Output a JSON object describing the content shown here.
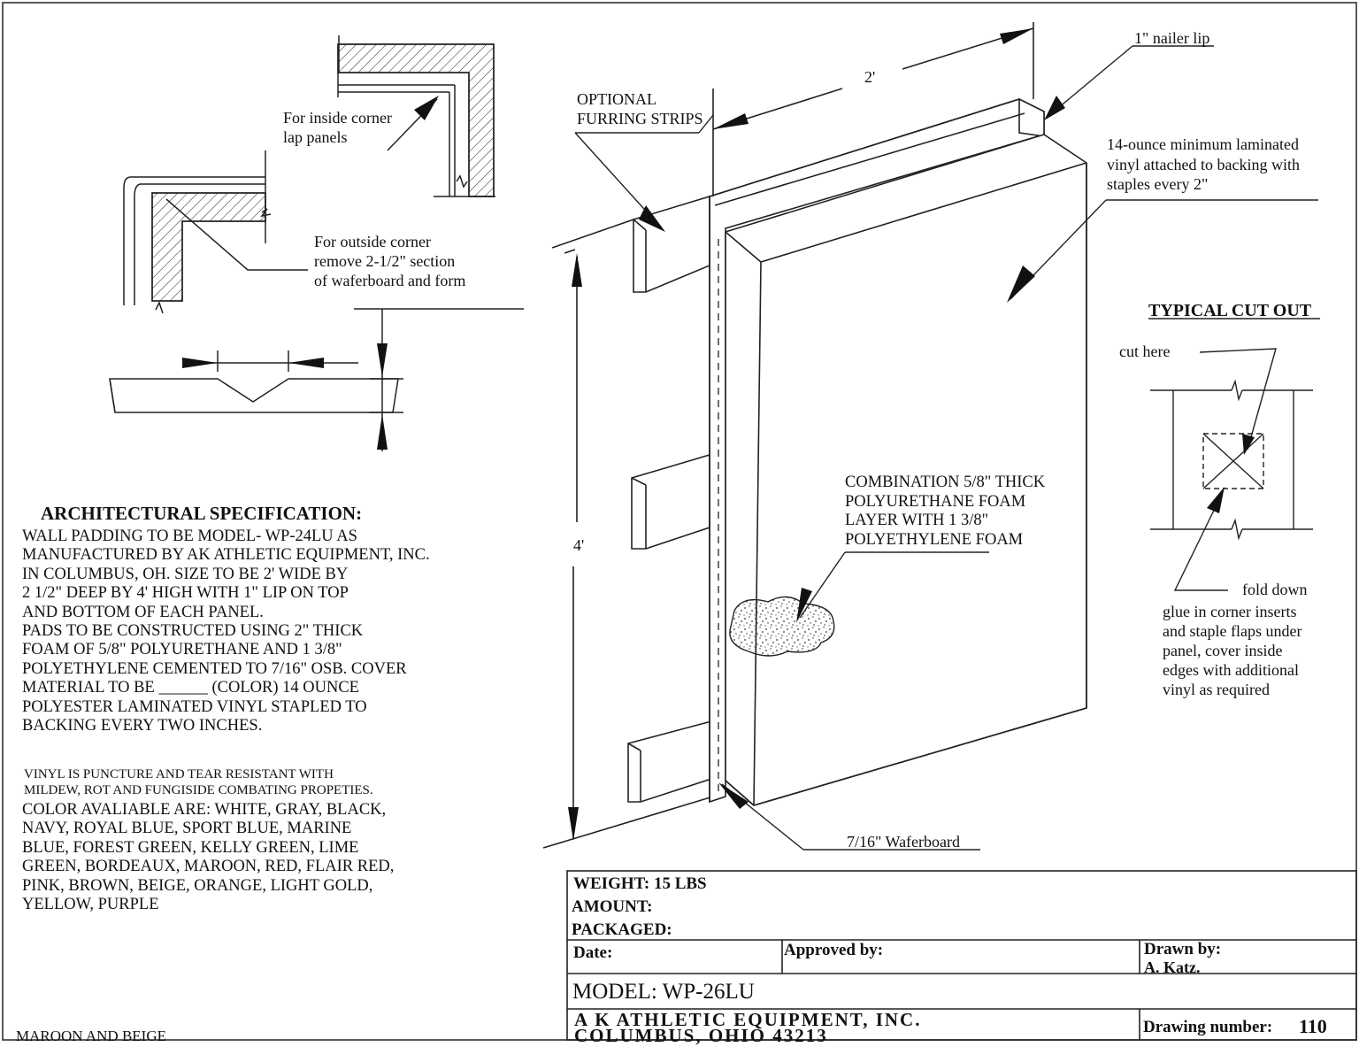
{
  "labels": {
    "nailer_lip": "1\" nailer lip",
    "width_dim": "2'",
    "height_dim": "4'",
    "optional_furring": [
      "OPTIONAL",
      "FURRING STRIPS"
    ],
    "vinyl_note": [
      "14-ounce minimum laminated",
      "vinyl attached to backing with",
      "staples every 2\""
    ],
    "inside_corner": [
      "For inside corner",
      "lap panels"
    ],
    "outside_corner": [
      "For outside corner",
      "remove 2-1/2\" section",
      "of waferboard and form"
    ],
    "foam_note": [
      "COMBINATION 5/8\" THICK",
      "POLYURETHANE FOAM",
      "LAYER WITH 1 3/8\"",
      "POLYETHYLENE FOAM"
    ],
    "waferboard": "7/16\" Waferboard",
    "cutout_title": "TYPICAL CUT OUT",
    "cut_here": "cut here",
    "fold_down": "fold down",
    "fold_note": [
      "glue in corner inserts",
      "and staple flaps under",
      "panel, cover inside",
      "edges with additional",
      "vinyl as required"
    ]
  },
  "spec": {
    "title": "ARCHITECTURAL SPECIFICATION:",
    "lines": [
      "WALL PADDING TO BE MODEL-  WP-24LU AS",
      "MANUFACTURED BY AK ATHLETIC EQUIPMENT, INC.",
      "IN COLUMBUS,  OH. SIZE TO BE 2' WIDE BY",
      "2 1/2\" DEEP BY 4' HIGH WITH 1\" LIP ON TOP",
      "AND BOTTOM OF EACH PANEL.",
      "PADS TO BE CONSTRUCTED USING 2\" THICK",
      "FOAM OF 5/8\" POLYURETHANE  AND  1  3/8\"",
      "POLYETHYLENE  CEMENTED TO 7/16\" OSB.  COVER",
      "MATERIAL TO BE ______ (COLOR) 14 OUNCE",
      "POLYESTER LAMINATED VINYL STAPLED TO",
      "BACKING EVERY  TWO INCHES."
    ],
    "small_lines": [
      "VINYL IS PUNCTURE AND TEAR RESISTANT WITH",
      "MILDEW, ROT AND FUNGISIDE COMBATING PROPETIES."
    ],
    "color_lines": [
      "COLOR AVALIABLE ARE:  WHITE, GRAY, BLACK,",
      "NAVY, ROYAL BLUE, SPORT BLUE, MARINE",
      "BLUE, FOREST GREEN, KELLY GREEN, LIME",
      "GREEN, BORDEAUX, MAROON, RED, FLAIR RED,",
      "PINK, BROWN, BEIGE, ORANGE, LIGHT GOLD,",
      "YELLOW, PURPLE"
    ],
    "footer": "MAROON AND BEIGE"
  },
  "title_block": {
    "weight": "WEIGHT: 15 LBS",
    "amount": "AMOUNT:",
    "packaged": "PACKAGED:",
    "date": "Date:",
    "approved": "Approved by:",
    "drawn_by": "Drawn by:",
    "drawn_name": "A. Katz.",
    "model": "MODEL: WP-26LU",
    "company": "A K   ATHLETIC EQUIPMENT, INC.",
    "city": "COLUMBUS,    OHIO      43213",
    "drawing_number_label": "Drawing number:",
    "drawing_number": "110"
  }
}
